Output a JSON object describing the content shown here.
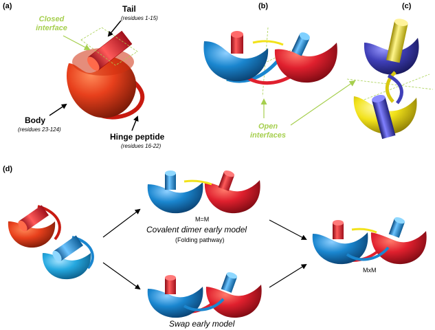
{
  "panels": {
    "a": "(a)",
    "b": "(b)",
    "c": "(c)",
    "d": "(d)"
  },
  "panel_a": {
    "closed_interface_line1": "Closed",
    "closed_interface_line2": "interface",
    "tail_label": "Tail",
    "tail_residues": "(residues 1-15)",
    "body_label": "Body",
    "body_residues": "(residues 23-124)",
    "hinge_label": "Hinge peptide",
    "hinge_residues": "(residues 16-22)"
  },
  "open_interfaces": {
    "line1": "Open",
    "line2": "interfaces"
  },
  "panel_d": {
    "top_tag": "M=M",
    "top_model": "Covalent dimer early model",
    "top_model_sub": "(Folding pathway)",
    "right_tag": "MxM",
    "bottom_model": "Swap early model"
  },
  "colors": {
    "red": "#e0202e",
    "orange_red": "#e8401c",
    "blue": "#1a86cf",
    "light_blue": "#26a9e0",
    "indigo": "#3f3fb8",
    "yellow": "#f2e21a",
    "green": "#a6cf4e"
  }
}
